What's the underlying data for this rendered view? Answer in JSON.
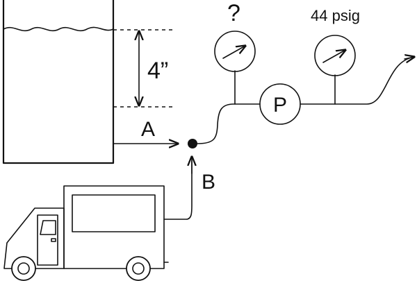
{
  "diagram": {
    "height_label": "4”",
    "flow_a_label": "A",
    "flow_b_label": "B",
    "pump_label": "P",
    "gauge_left_label": "?",
    "gauge_right_label": "44 psig"
  }
}
